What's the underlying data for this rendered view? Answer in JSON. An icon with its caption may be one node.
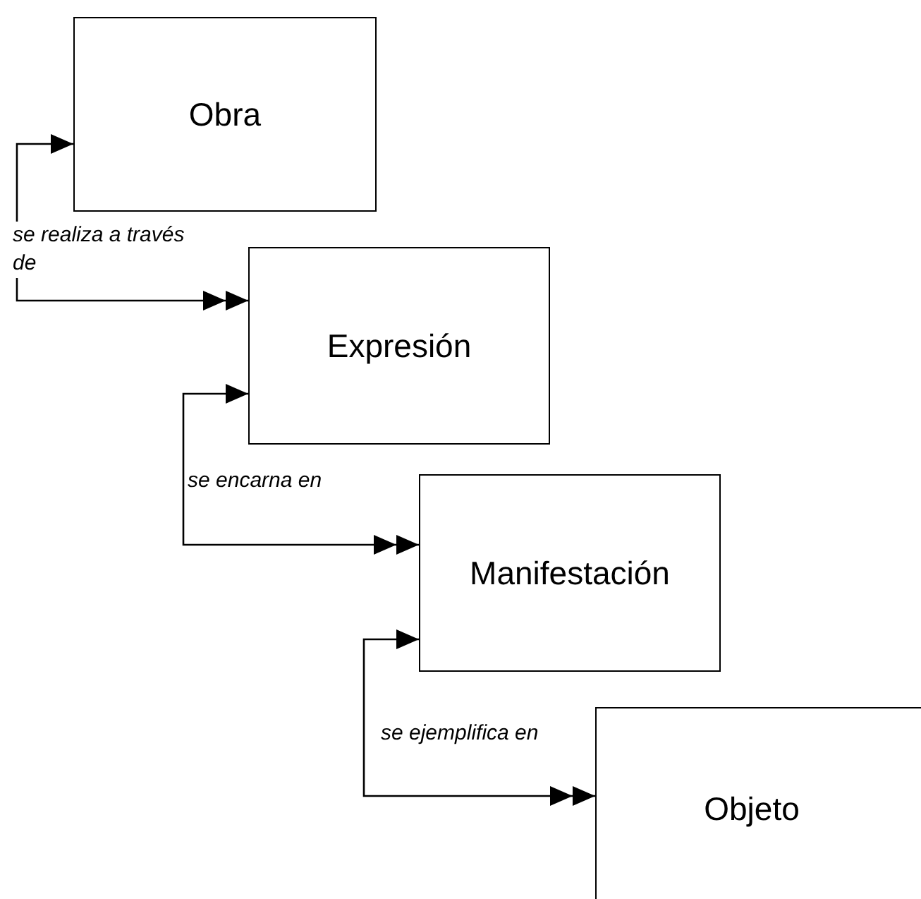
{
  "diagram": {
    "nodes": [
      {
        "text": [
          "Obra"
        ]
      },
      {
        "text": [
          "Expresión"
        ]
      },
      {
        "text": [
          "Manifestación"
        ]
      },
      {
        "text": [
          "Objeto"
        ]
      }
    ],
    "edges": [
      {
        "from": 0,
        "to": 1,
        "arrow": "both",
        "label": "se realiza a través de"
      },
      {
        "from": 1,
        "to": 2,
        "arrow": "both",
        "label": "se encarna en"
      },
      {
        "from": 2,
        "to": 3,
        "arrow": "both",
        "label": "se ejemplifica en"
      }
    ]
  }
}
